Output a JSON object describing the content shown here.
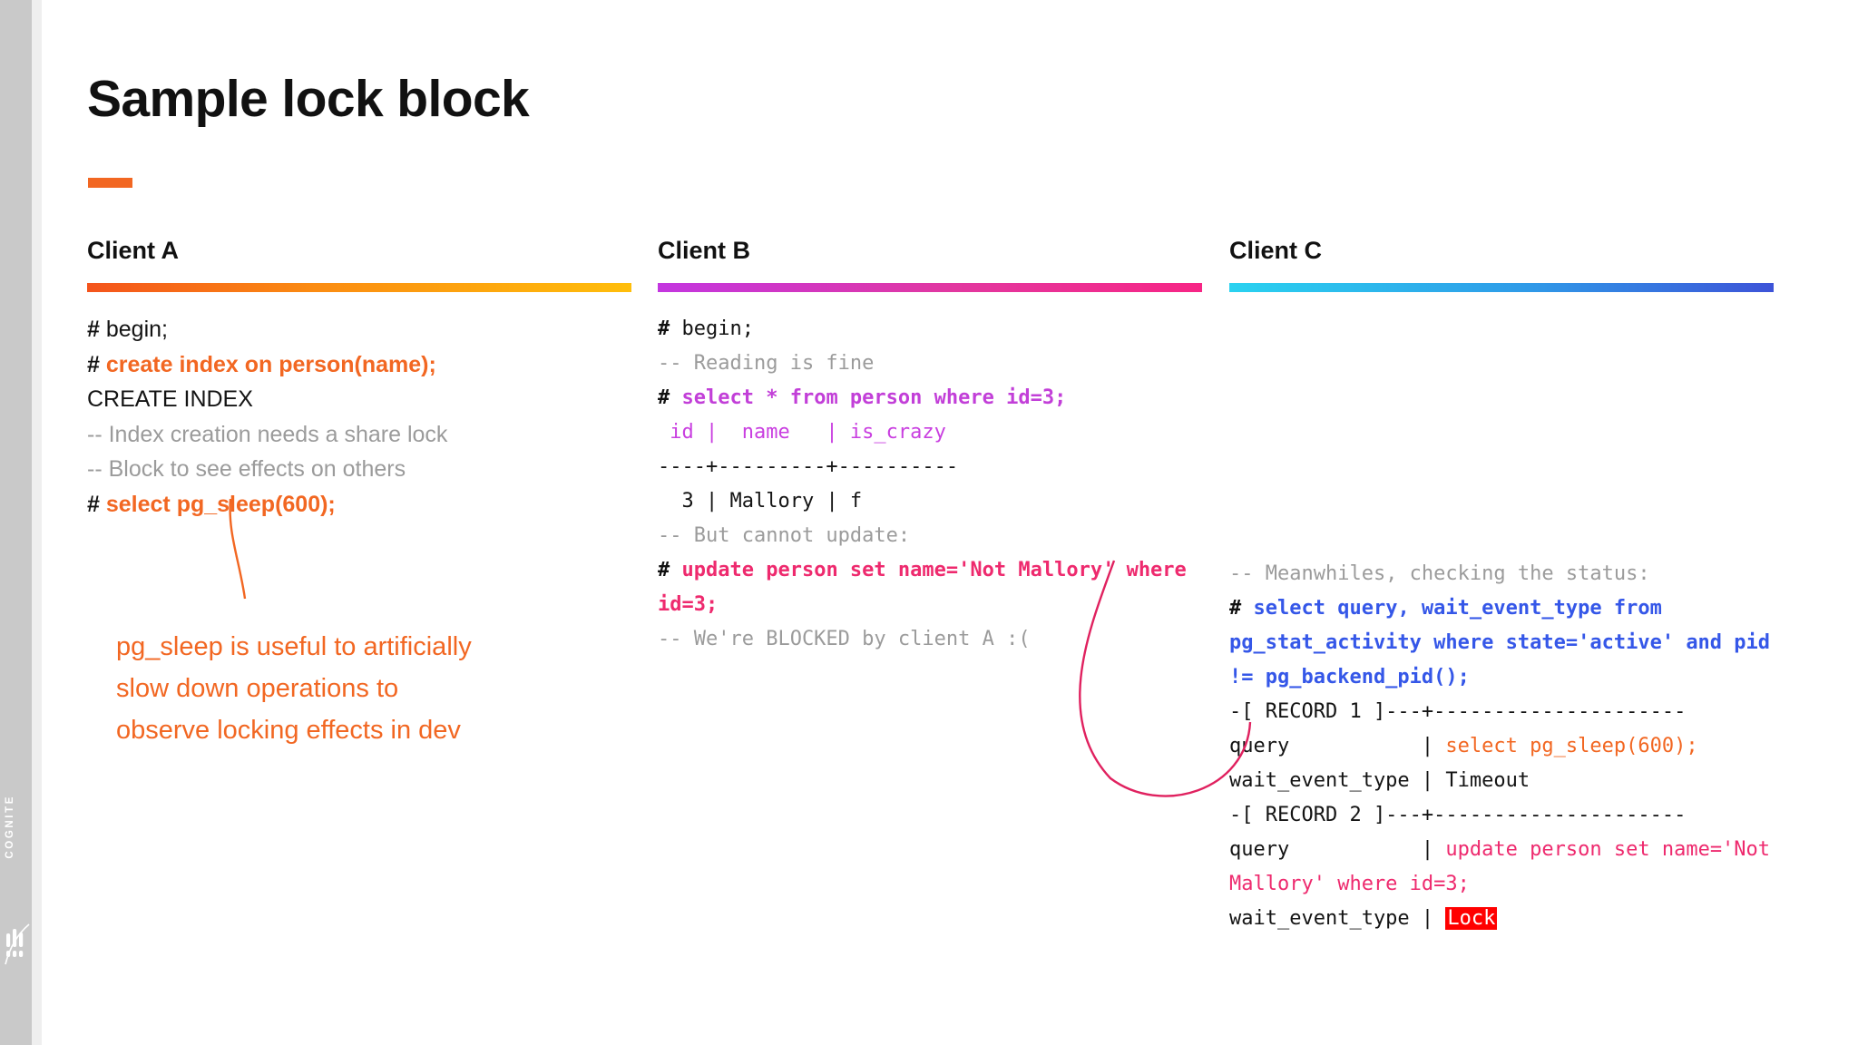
{
  "brand": {
    "wordmark": "COGNITE",
    "logo_icon": "cognite-logo-icon"
  },
  "slide": {
    "title": "Sample lock block",
    "accent_color": "#f26722"
  },
  "columns": [
    {
      "title": "Client A",
      "rule_colors": [
        "#f4541c",
        "#fb8c12",
        "#ffbe0b"
      ],
      "lines": [
        [
          {
            "t": "# ",
            "c": "prompt"
          },
          {
            "t": "begin;",
            "c": "plain"
          }
        ],
        [
          {
            "t": "# ",
            "c": "prompt"
          },
          {
            "t": "create index on person(name);",
            "c": "sql-a"
          }
        ],
        [
          {
            "t": "CREATE INDEX",
            "c": "plain"
          }
        ],
        [
          {
            "t": "-- Index creation needs a share lock",
            "c": "comment"
          }
        ],
        [
          {
            "t": "-- Block to see effects on others",
            "c": "comment"
          }
        ],
        [
          {
            "t": "# ",
            "c": "prompt"
          },
          {
            "t": "select pg_sleep(600);",
            "c": "sql-a"
          }
        ]
      ],
      "annotation": "pg_sleep is useful to artificially slow down operations to observe locking effects in dev"
    },
    {
      "title": "Client B",
      "rule_colors": [
        "#c336e0",
        "#e2379f",
        "#f72585"
      ],
      "lines": [
        [
          {
            "t": "# ",
            "c": "prompt"
          },
          {
            "t": "begin;",
            "c": "plain"
          }
        ],
        [
          {
            "t": "-- Reading is fine",
            "c": "comment"
          }
        ],
        [
          {
            "t": "# ",
            "c": "prompt"
          },
          {
            "t": "select * from person where id=3;",
            "c": "sql-b"
          }
        ],
        [
          {
            "t": " id |  name   | is_crazy",
            "c": "hdr-b"
          }
        ],
        [
          {
            "t": "----+---------+----------",
            "c": "plain"
          }
        ],
        [
          {
            "t": "  3 | Mallory | f",
            "c": "plain"
          }
        ],
        [
          {
            "t": "-- But cannot update:",
            "c": "comment"
          }
        ],
        [
          {
            "t": "# ",
            "c": "prompt"
          },
          {
            "t": "update person set name='Not Mallory' where id=3;",
            "c": "sql-b2"
          }
        ],
        [
          {
            "t": "-- We're BLOCKED by client A :(",
            "c": "comment"
          }
        ]
      ]
    },
    {
      "title": "Client C",
      "rule_colors": [
        "#2ad2f0",
        "#2f9ae8",
        "#3d53d8"
      ],
      "lines": [
        [
          {
            "t": "-- Meanwhiles, checking the status:",
            "c": "comment"
          }
        ],
        [
          {
            "t": "# ",
            "c": "prompt"
          },
          {
            "t": "select query, wait_event_type from pg_stat_activity where state='active' and pid != pg_backend_pid();",
            "c": "sql-c"
          }
        ],
        [
          {
            "t": "-[ RECORD 1 ]---+---------------------",
            "c": "plain"
          }
        ],
        [
          {
            "t": "query           | ",
            "c": "plain"
          },
          {
            "t": "select pg_sleep(600);",
            "c": "val-orange"
          }
        ],
        [
          {
            "t": "wait_event_type | Timeout",
            "c": "plain"
          }
        ],
        [
          {
            "t": "-[ RECORD 2 ]---+---------------------",
            "c": "plain"
          }
        ],
        [
          {
            "t": "query           | ",
            "c": "plain"
          },
          {
            "t": "update person set name='Not Mallory' where id=3;",
            "c": "val-pink"
          }
        ],
        [
          {
            "t": "wait_event_type | ",
            "c": "plain"
          },
          {
            "t": "Lock",
            "c": "lock-badge"
          }
        ]
      ]
    }
  ]
}
